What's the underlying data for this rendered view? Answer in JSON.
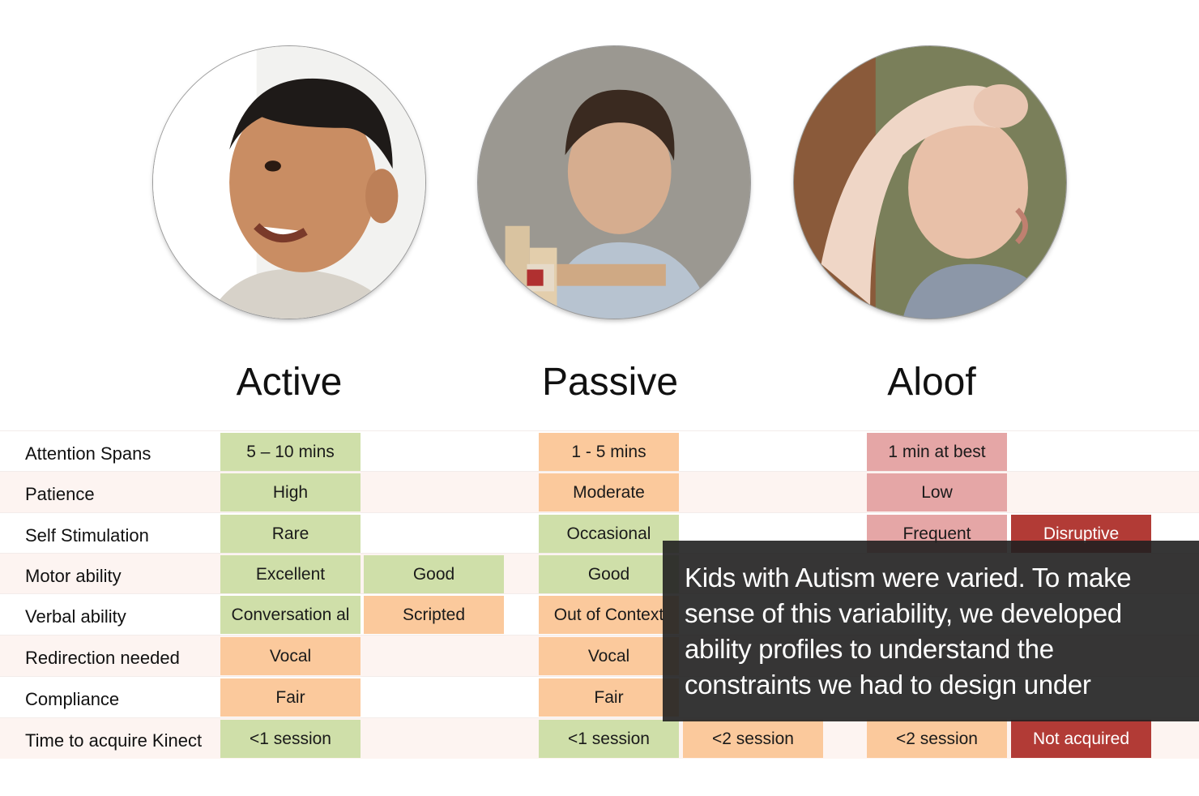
{
  "profiles": [
    {
      "title": "Active"
    },
    {
      "title": "Passive"
    },
    {
      "title": "Aloof"
    }
  ],
  "table": {
    "rows": [
      {
        "label": "Attention Spans",
        "cells": [
          {
            "text": "5 – 10 mins",
            "tone": "green",
            "col": 0
          },
          {
            "text": "1 - 5 mins",
            "tone": "orange",
            "col": 2
          },
          {
            "text": "1 min at best",
            "tone": "pink",
            "col": 4
          }
        ]
      },
      {
        "label": "Patience",
        "cells": [
          {
            "text": "High",
            "tone": "green",
            "col": 0
          },
          {
            "text": "Moderate",
            "tone": "orange",
            "col": 2
          },
          {
            "text": "Low",
            "tone": "pink",
            "col": 4
          }
        ]
      },
      {
        "label": "Self Stimulation",
        "cells": [
          {
            "text": "Rare",
            "tone": "green",
            "col": 0
          },
          {
            "text": "Occasional",
            "tone": "green",
            "col": 2
          },
          {
            "text": "Frequent",
            "tone": "pink",
            "col": 4
          },
          {
            "text": "Disruptive",
            "tone": "red",
            "col": 5
          }
        ]
      },
      {
        "label": "Motor ability",
        "cells": [
          {
            "text": "Excellent",
            "tone": "green",
            "col": 0
          },
          {
            "text": "Good",
            "tone": "green",
            "col": 1
          },
          {
            "text": "Good",
            "tone": "green",
            "col": 2
          }
        ]
      },
      {
        "label": "Verbal ability",
        "cells": [
          {
            "text": "Conversation al",
            "tone": "green",
            "col": 0
          },
          {
            "text": "Scripted",
            "tone": "orange",
            "col": 1
          },
          {
            "text": "Out of Context",
            "tone": "orange",
            "col": 2
          }
        ]
      },
      {
        "label": "Redirection needed",
        "cells": [
          {
            "text": "Vocal",
            "tone": "orange",
            "col": 0
          },
          {
            "text": "Vocal",
            "tone": "orange",
            "col": 2
          }
        ]
      },
      {
        "label": "Compliance",
        "cells": [
          {
            "text": "Fair",
            "tone": "orange",
            "col": 0
          },
          {
            "text": "Fair",
            "tone": "orange",
            "col": 2
          }
        ]
      },
      {
        "label": "Time to acquire Kinect",
        "cells": [
          {
            "text": "<1 session",
            "tone": "green",
            "col": 0
          },
          {
            "text": "<1 session",
            "tone": "green",
            "col": 2
          },
          {
            "text": "<2 session",
            "tone": "orange",
            "col": 3
          },
          {
            "text": "<2 session",
            "tone": "orange",
            "col": 4
          },
          {
            "text": "Not acquired",
            "tone": "red",
            "col": 5
          }
        ]
      }
    ]
  },
  "overlay": {
    "text": "Kids with Autism were varied. To make sense of this variability, we developed ability profiles to understand the constraints we had to design under"
  },
  "colors": {
    "green": "#cfdfa9",
    "orange": "#fbc99c",
    "pink": "#e5a6a6",
    "red": "#b23b36",
    "overlay": "#202020"
  }
}
